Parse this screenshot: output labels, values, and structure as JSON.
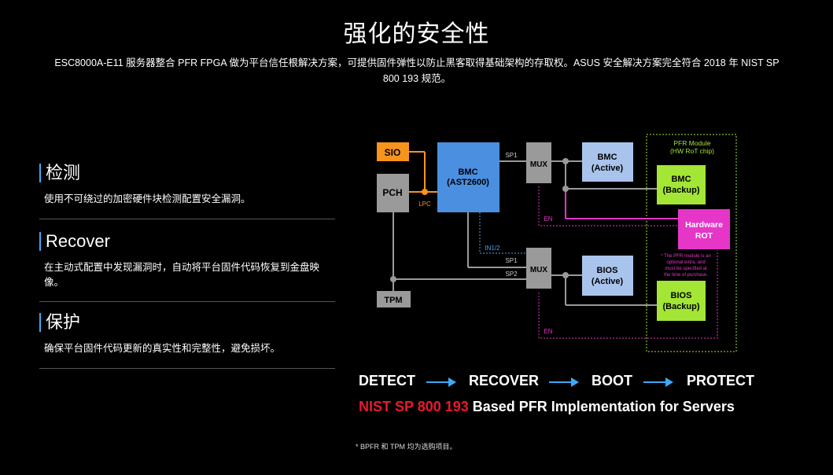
{
  "title": "强化的安全性",
  "intro": "ESC8000A-E11 服务器整合 PFR FPGA 做为平台信任根解决方案，可提供固件弹性以防止黑客取得基础架构的存取权。ASUS 安全解决方案完全符合 2018 年 NIST SP 800 193 规范。",
  "features": [
    {
      "heading": "检测",
      "text": "使用不可绕过的加密硬件块检测配置安全漏洞。"
    },
    {
      "heading": "Recover",
      "text": "在主动式配置中发现漏洞时，自动将平台固件代码恢复到金盘映像。"
    },
    {
      "heading": "保护",
      "text": "确保平台固件代码更新的真实性和完整性，避免损坏。"
    }
  ],
  "diagram": {
    "sio": "SIO",
    "pch": "PCH",
    "bmc": [
      "BMC",
      "(AST2600)"
    ],
    "mux": "MUX",
    "tpm": "TPM",
    "bmc_active": [
      "BMC",
      "(Active)"
    ],
    "bmc_backup": [
      "BMC",
      "(Backup)"
    ],
    "bios_active": [
      "BIOS",
      "(Active)"
    ],
    "bios_backup": [
      "BIOS",
      "(Backup)"
    ],
    "hw_rot": [
      "Hardware",
      "ROT"
    ],
    "pfr_module": [
      "PFR Module",
      "(HW RoT chip)"
    ],
    "pfr_note": [
      "* The PFR module is an",
      "optional extra, and",
      "must be specified at",
      "the time of purchase."
    ],
    "labels": {
      "sp1": "SP1",
      "sp2": "SP2",
      "lpc": "LPC",
      "en": "EN",
      "in12": "IN1/2"
    }
  },
  "steps": [
    "DETECT",
    "RECOVER",
    "BOOT",
    "PROTECT"
  ],
  "nist": {
    "red": "NIST SP 800 193",
    "rest": " Based PFR Implementation for Servers"
  },
  "footnote": "* BPFR 和 TPM 均为选购项目。",
  "colors": {
    "bmc": "#4a8fe0",
    "orange": "#f7941d",
    "green": "#a3e635",
    "magenta": "#e536c8",
    "gray": "#9a9a9a",
    "lightblue": "#a9c4ec",
    "accent": "#3fa9f5",
    "red": "#e8192c"
  }
}
